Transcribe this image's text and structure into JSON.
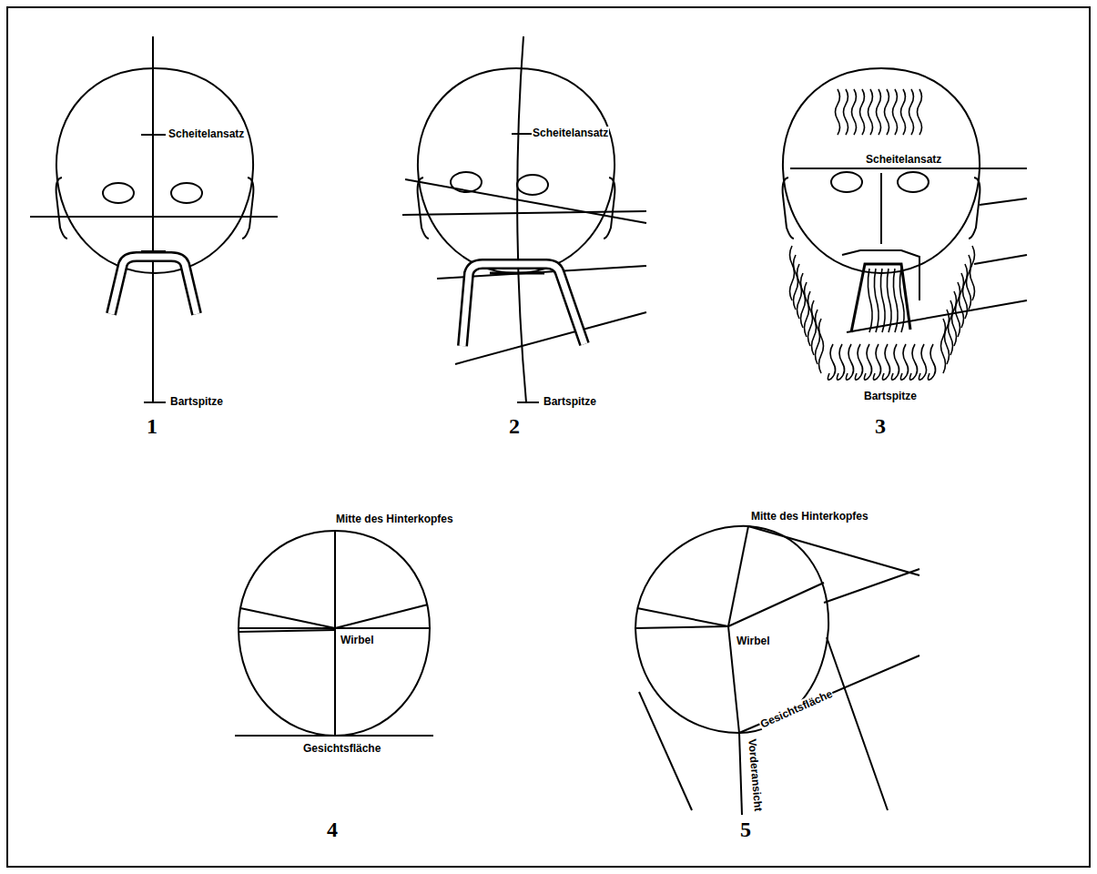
{
  "diagram": {
    "labels": [
      "Scheitelansatz",
      "Bartspitze",
      "1",
      "Scheitelansatz",
      "Bartspitze",
      "2",
      "Scheitelansatz",
      "Bartspitze",
      "3",
      "Mitte des Hinterkopfes",
      "Wirbel",
      "Gesichtsfläche",
      "4",
      "Mitte des Hinterkopfes",
      "Wirbel",
      "Vorderansicht",
      "Gesichtsfläche",
      "5"
    ]
  }
}
